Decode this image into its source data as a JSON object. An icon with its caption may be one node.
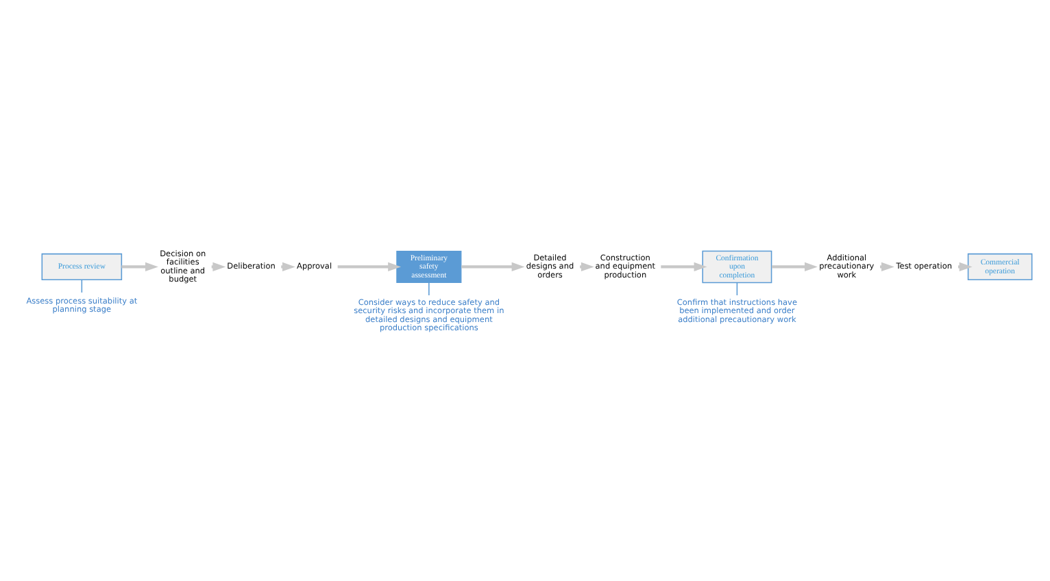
{
  "diagram": {
    "nodes": [
      {
        "text": [
          "Process review"
        ]
      },
      {
        "text": [
          "Decision on facilities outline and budget"
        ]
      },
      {
        "text": [
          "Deliberation"
        ]
      },
      {
        "text": [
          "Approval"
        ]
      },
      {
        "text": [
          "Preliminary safety assessment"
        ]
      },
      {
        "text": [
          "Detailed designs and orders"
        ]
      },
      {
        "text": [
          "Construction and equipment production"
        ]
      },
      {
        "text": [
          "Confirmation upon completion"
        ]
      },
      {
        "text": [
          "Additional precautionary work"
        ]
      },
      {
        "text": [
          "Test operation"
        ]
      },
      {
        "text": [
          "Commercial operation"
        ]
      },
      {
        "text": [
          "Assess process suitability at planning stage"
        ]
      },
      {
        "text": [
          "Consider ways to reduce safety and security risks and incorporate them in detailed designs and equipment production specifications"
        ]
      },
      {
        "text": [
          "Confirm that instructions have been implemented and order additional precautionary work"
        ]
      }
    ],
    "edges": [
      {
        "from": 0,
        "to": 1,
        "arrow": "to"
      },
      {
        "from": 1,
        "to": 2,
        "arrow": "to"
      },
      {
        "from": 2,
        "to": 3,
        "arrow": "to"
      },
      {
        "from": 3,
        "to": 4,
        "arrow": "to"
      },
      {
        "from": 4,
        "to": 5,
        "arrow": "to"
      },
      {
        "from": 5,
        "to": 6,
        "arrow": "to"
      },
      {
        "from": 6,
        "to": 7,
        "arrow": "to"
      },
      {
        "from": 7,
        "to": 8,
        "arrow": "to"
      },
      {
        "from": 8,
        "to": 9,
        "arrow": "to"
      },
      {
        "from": 9,
        "to": 10,
        "arrow": "to"
      },
      {
        "from": 11,
        "to": 0,
        "arrow": "none",
        "color": "#5b9bd5"
      },
      {
        "from": 12,
        "to": 4,
        "arrow": "none",
        "color": "#5b9bd5"
      },
      {
        "from": 13,
        "to": 7,
        "arrow": "none",
        "color": "#5b9bd5"
      }
    ]
  }
}
